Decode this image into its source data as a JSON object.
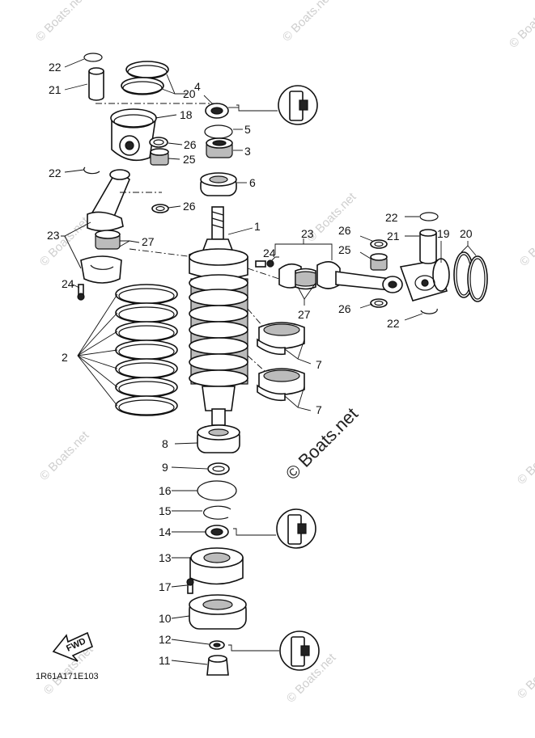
{
  "watermarks": {
    "small_text": "© Boats.net",
    "center_text": "© Boats.net"
  },
  "diagram_code": "1R61A171E103",
  "fwd_label": "FWD",
  "callouts": {
    "p1": "1",
    "p2": "2",
    "p3": "3",
    "p4": "4",
    "p5": "5",
    "p6": "6",
    "p7a": "7",
    "p7b": "7",
    "p8": "8",
    "p9": "9",
    "p10": "10",
    "p11": "11",
    "p12": "12",
    "p13": "13",
    "p14": "14",
    "p15": "15",
    "p16": "16",
    "p17": "17",
    "p18": "18",
    "p19": "19",
    "p20a": "20",
    "p20b": "20",
    "p21a": "21",
    "p21b": "21",
    "p22a": "22",
    "p22b": "22",
    "p22c": "22",
    "p22d": "22",
    "p23a": "23",
    "p23b": "23",
    "p24a": "24",
    "p24b": "24",
    "p25a": "25",
    "p25b": "25",
    "p26a": "26",
    "p26b": "26",
    "p26c": "26",
    "p26d": "26",
    "p27a": "27",
    "p27b": "27"
  }
}
